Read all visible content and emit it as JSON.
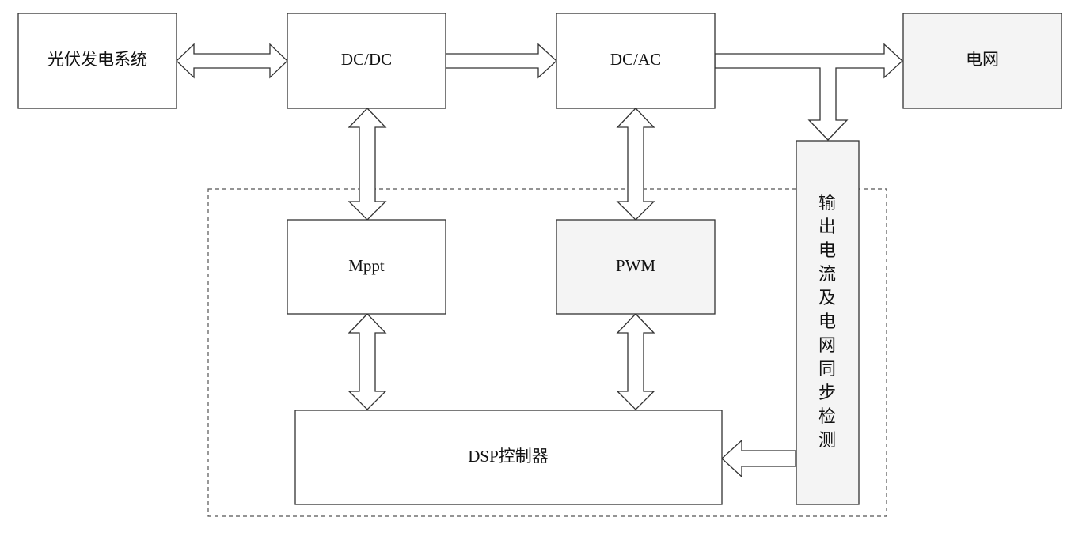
{
  "title": "",
  "nodes": {
    "pv": {
      "label": "光伏发电系统"
    },
    "dcdc": {
      "label": "DC/DC"
    },
    "dcac": {
      "label": "DC/AC"
    },
    "grid": {
      "label": "电网"
    },
    "mppt": {
      "label": "Mppt"
    },
    "pwm": {
      "label": "PWM"
    },
    "dsp": {
      "label": "DSP控制器"
    },
    "detect": {
      "label": "输出电流及电网同步检测",
      "chars": [
        "输",
        "出",
        "电",
        "流",
        "及",
        "电",
        "网",
        "同",
        "步",
        "检",
        "测"
      ]
    }
  },
  "edges": [
    {
      "from": "光伏发电系统",
      "to": "DC/DC",
      "direction": "both"
    },
    {
      "from": "DC/DC",
      "to": "DC/AC",
      "direction": "forward"
    },
    {
      "from": "DC/AC",
      "to": "电网",
      "direction": "forward"
    },
    {
      "from": "DC/AC",
      "to": "输出电流及电网同步检测",
      "direction": "forward"
    },
    {
      "from": "DC/DC",
      "to": "Mppt",
      "direction": "both"
    },
    {
      "from": "DC/AC",
      "to": "PWM",
      "direction": "both"
    },
    {
      "from": "Mppt",
      "to": "DSP控制器",
      "direction": "both"
    },
    {
      "from": "PWM",
      "to": "DSP控制器",
      "direction": "both"
    },
    {
      "from": "输出电流及电网同步检测",
      "to": "DSP控制器",
      "direction": "forward"
    }
  ],
  "colors": {
    "stroke": "#333333",
    "box_fill": "#ffffff",
    "shaded_fill": "#f4f4f4",
    "arrow_fill": "#ffffff",
    "dash": "#555555"
  }
}
